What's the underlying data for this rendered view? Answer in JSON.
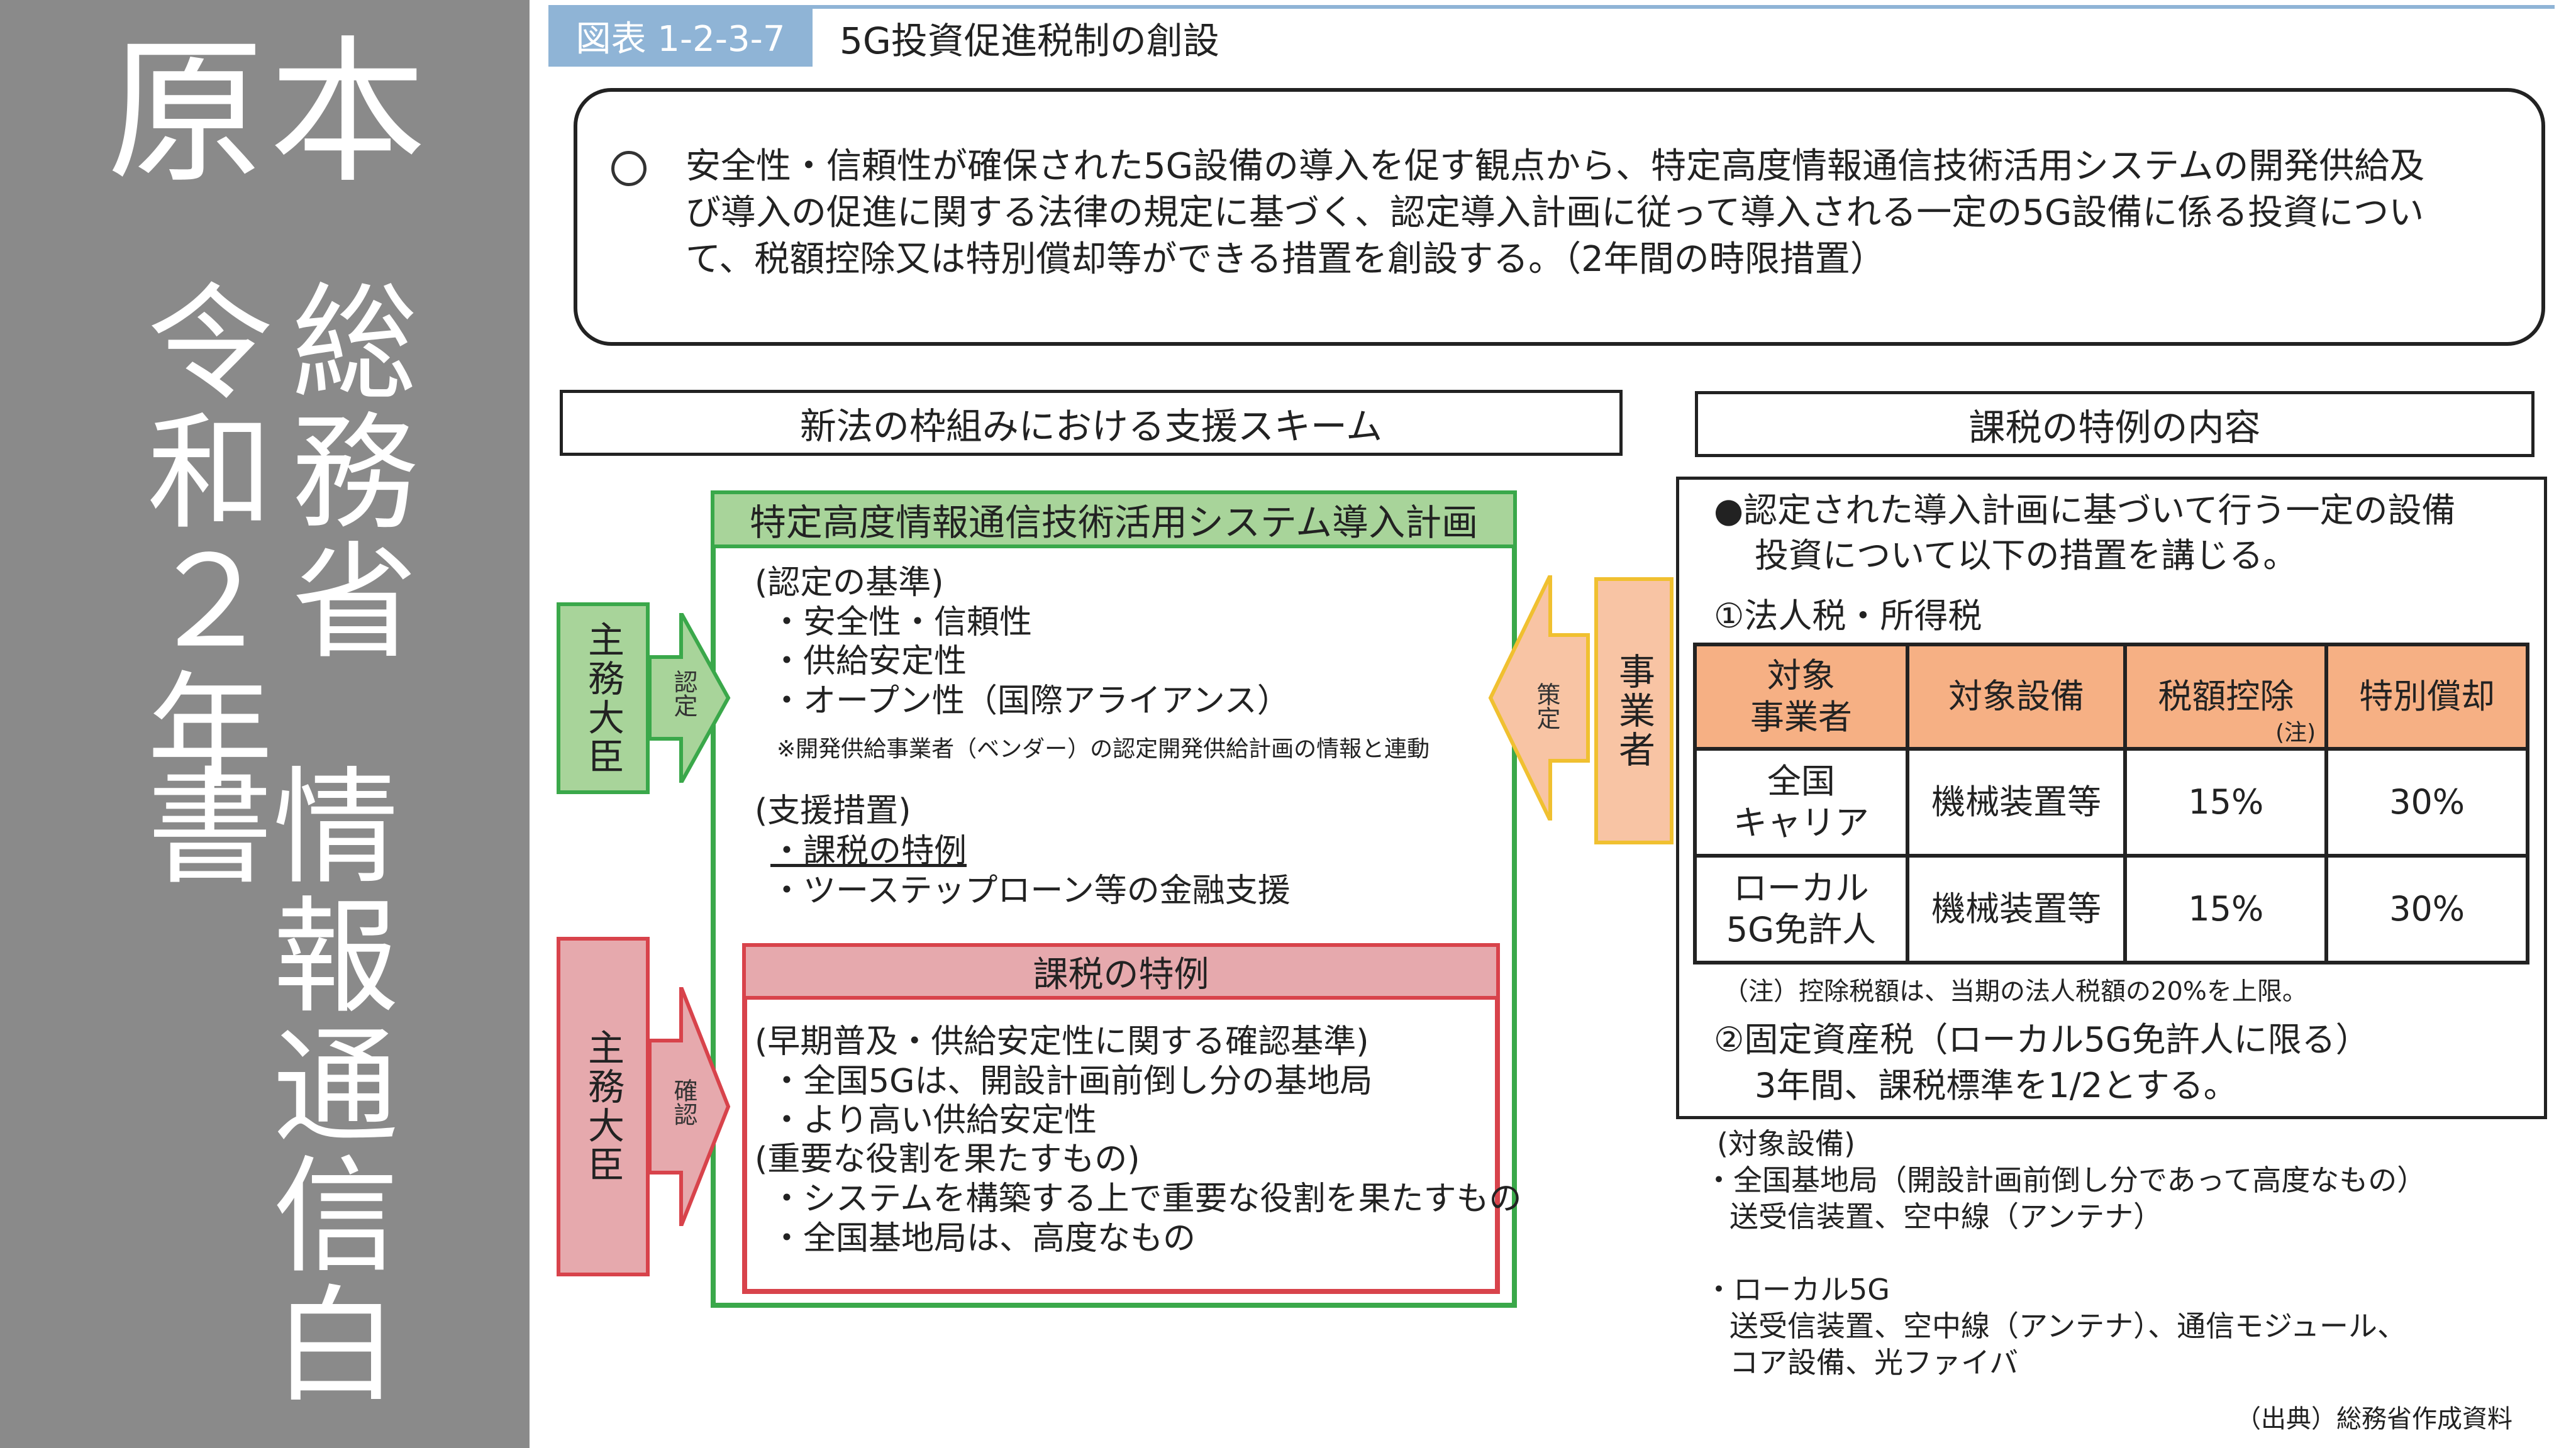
{
  "side": {
    "title": "原本",
    "col_ministry": "総務省",
    "col_year": "令和２年",
    "col_book": "情報通信白書"
  },
  "header": {
    "figure_no": "図表 1-2-3-7",
    "title": "5G投資促進税制の創設"
  },
  "intro": {
    "lines": [
      "安全性・信頼性が確保された5G設備の導入を促す観点から、特定高度情報通信技術活用システムの開発供給及",
      "び導入の促進に関する法律の規定に基づく、認定導入計画に従って導入される一定の5G設備に係る投資につい",
      "て、税額控除又は特別償却等ができる措置を創設する。（2年間の時限措置）"
    ]
  },
  "left_section": {
    "heading": "新法の枠組みにおける支援スキーム",
    "plan_title": "特定高度情報通信技術活用システム導入計画",
    "criteria_heading": "(認定の基準)",
    "criteria": [
      "・安全性・信頼性",
      "・供給安定性",
      "・オープン性（国際アライアンス）"
    ],
    "criteria_note": "※開発供給事業者（ベンダー）の認定開発供給計画の情報と連動",
    "support_heading": "(支援措置)",
    "support": [
      "・課税の特例",
      "・ツーステップローン等の金融支援"
    ],
    "tax_title": "課税の特例",
    "tax_lines": [
      "(早期普及・供給安定性に関する確認基準)",
      "・全国5Gは、開設計画前倒し分の基地局",
      "・より高い供給安定性",
      "(重要な役割を果たすもの)",
      "・システムを構築する上で重要な役割を果たすもの",
      "・全国基地局は、高度なもの"
    ],
    "minister_top": "主務大臣",
    "arrow_top": "認定",
    "minister_bottom": "主務大臣",
    "arrow_bottom": "確認",
    "operator": "事業者",
    "arrow_operator": "策定"
  },
  "right_section": {
    "heading": "課税の特例の内容",
    "lead_lines": [
      "●認定された導入計画に基づいて行う一定の設備",
      "投資について以下の措置を講じる。"
    ],
    "item1": "①法人税・所得税",
    "table": {
      "headers": [
        "対象\n事業者",
        "対象設備",
        "税額控除",
        "特別償却"
      ],
      "header_note": "(注)",
      "rows": [
        [
          "全国\nキャリア",
          "機械装置等",
          "15%",
          "30%"
        ],
        [
          "ローカル\n5G免許人",
          "機械装置等",
          "15%",
          "30%"
        ]
      ]
    },
    "table_note": "（注）控除税額は、当期の法人税額の20%を上限。",
    "item2_lines": [
      "②固定資産税（ローカル5G免許人に限る）",
      "3年間、課税標準を1/2とする。"
    ],
    "equipment_lines": [
      "(対象設備)",
      "・全国基地局（開設計画前倒し分であって高度なもの）",
      "送受信装置、空中線（アンテナ）",
      "",
      "・ローカル5G",
      "送受信装置、空中線（アンテナ）、通信モジュール、",
      "コア設備、光ファイバ"
    ],
    "source": "（出典）総務省作成資料"
  },
  "colors": {
    "side_bg": "#8a8a8a",
    "label_blue": "#8fb4d6",
    "green": "#3aa84a",
    "green_fill": "#a8d49a",
    "red": "#d8434b",
    "red_fill": "#e6a9ad",
    "orange_fill": "#f6b084",
    "operator_fill": "#f8c4a4",
    "operator_border": "#f0c030"
  }
}
